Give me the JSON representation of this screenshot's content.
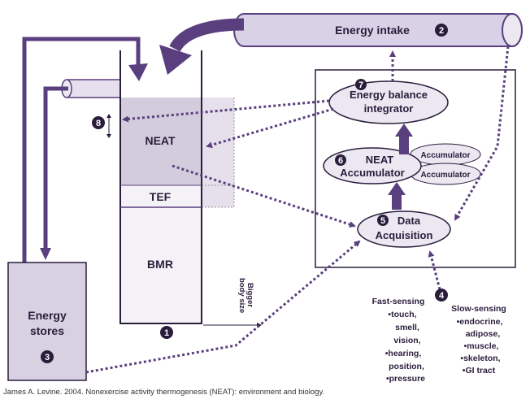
{
  "labels": {
    "energy_intake": "Energy intake",
    "neat": "NEAT",
    "tef": "TEF",
    "bmr": "BMR",
    "energy_stores_line1": "Energy",
    "energy_stores_line2": "stores",
    "bigger_body_size_line1": "Bigger",
    "bigger_body_size_line2": "body size",
    "integrator_line1": "Energy balance",
    "integrator_line2": "integrator",
    "neat_accumulator_line1": "NEAT",
    "neat_accumulator_line2": "Accumulator",
    "accumulator_1": "Accumulator",
    "accumulator_2": "Accumulator",
    "data_acq_line1": "Data",
    "data_acq_line2": "Acquisition"
  },
  "numbers": {
    "n1": "1",
    "n2": "2",
    "n3": "3",
    "n4": "4",
    "n5": "5",
    "n6": "6",
    "n7": "7",
    "n8": "8"
  },
  "fast_sensing": {
    "title": "Fast-sensing",
    "items": [
      "•touch,",
      "smell,",
      "vision,",
      "•hearing,",
      "position,",
      "•pressure"
    ]
  },
  "slow_sensing": {
    "title": "Slow-sensing",
    "items": [
      "•endocrine,",
      "adipose,",
      "•muscle,",
      "•skeleton,",
      "•GI tract"
    ]
  },
  "credit": "James A. Levine. 2004. Nonexercise activity thermogenesis (NEAT): environment and biology.",
  "colors": {
    "primary": "#5a3f7e",
    "dark": "#2a1d3c",
    "cylinder_fill": "#d9d1e6",
    "neat_fill": "#d3ccdd",
    "tef_fill": "#f4f2f7",
    "bmr_fill": "#f4f2f7",
    "stores_fill": "#d8d1e2",
    "ellipse_fill": "#ece8f2"
  }
}
